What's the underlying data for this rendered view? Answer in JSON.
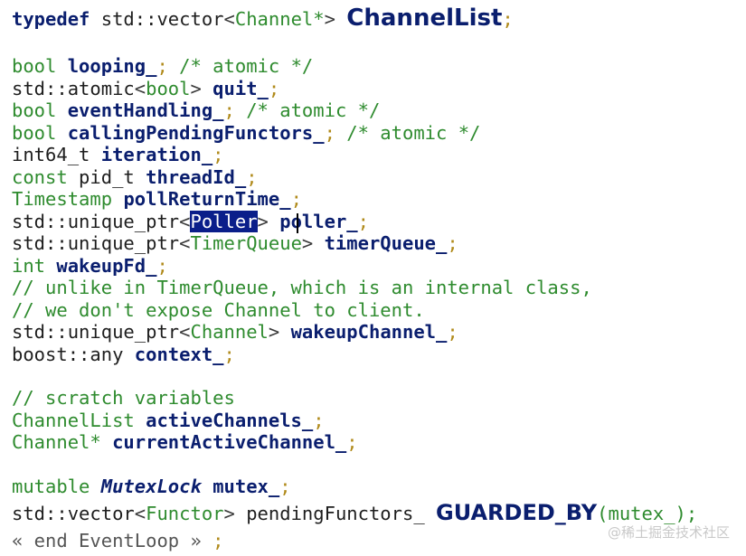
{
  "code": {
    "l1": {
      "kw": "typedef",
      "t1": " std::vector",
      "lt": "<",
      "ty": "Channel*",
      "gt": ">",
      "name": "ChannelList",
      "semi": ";"
    },
    "l2": {
      "kw": "bool",
      "name": "looping_",
      "semi": ";",
      "cm": " /* atomic */"
    },
    "l3": {
      "t1": "std::atomic",
      "lt": "<",
      "ty": "bool",
      "gt": ">",
      "name": "quit_",
      "semi": ";"
    },
    "l4": {
      "kw": "bool",
      "name": "eventHandling_",
      "semi": ";",
      "cm": " /* atomic */"
    },
    "l5": {
      "kw": "bool",
      "name": "callingPendingFunctors_",
      "semi": ";",
      "cm": " /* atomic */"
    },
    "l6": {
      "t1": "int64_t",
      "name": "iteration_",
      "semi": ";"
    },
    "l7": {
      "kw": "const",
      "t1": " pid_t",
      "name": "threadId_",
      "semi": ";"
    },
    "l8": {
      "ty": "Timestamp",
      "name": "pollReturnTime_",
      "semi": ";"
    },
    "l9": {
      "t1": "std::unique_ptr",
      "lt": "<",
      "sel": "Poller",
      "gt": ">",
      "name": "poller_",
      "semi": ";"
    },
    "l10": {
      "t1": "std::unique_ptr",
      "lt": "<",
      "ty": "TimerQueue",
      "gt": ">",
      "name": "timerQueue_",
      "semi": ";"
    },
    "l11": {
      "kw": "int",
      "name": "wakeupFd_",
      "semi": ";"
    },
    "l12": {
      "cm": "// unlike in TimerQueue, which is an internal class,"
    },
    "l13": {
      "cm": "// we don't expose Channel to client."
    },
    "l14": {
      "t1": "std::unique_ptr",
      "lt": "<",
      "ty": "Channel",
      "gt": ">",
      "name": "wakeupChannel_",
      "semi": ";"
    },
    "l15": {
      "t1": "boost::any",
      "name": "context_",
      "semi": ";"
    },
    "l16": {
      "cm": "// scratch variables"
    },
    "l17": {
      "ty": "ChannelList",
      "name": "activeChannels_",
      "semi": ";"
    },
    "l18": {
      "ty": "Channel*",
      "name": "currentActiveChannel_",
      "semi": ";"
    },
    "l19": {
      "kw": "mutable",
      "it": "MutexLock",
      "name": "mutex_",
      "semi": ";"
    },
    "l20": {
      "t1": "std::vector",
      "lt": "<",
      "ty": "Functor",
      "gt": ">",
      "t2": " pendingFunctors_ ",
      "big": "GUARDED_BY",
      "arg": "(mutex_);"
    },
    "l21": {
      "txt": "« end EventLoop » ",
      "semi": ";"
    }
  },
  "watermark": "@稀土掘金技术社区"
}
